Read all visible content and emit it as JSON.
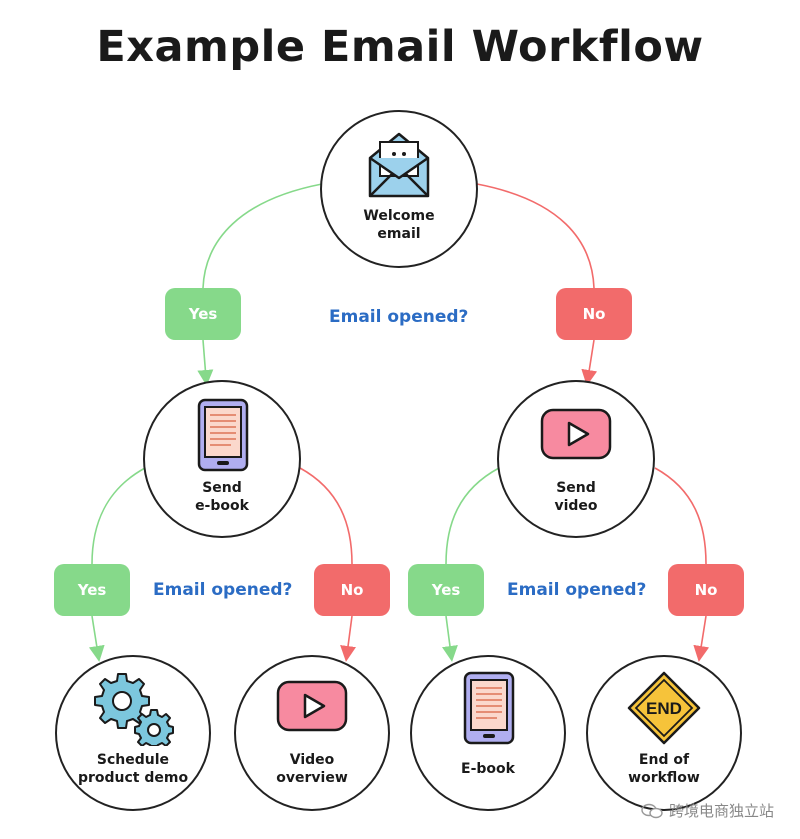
{
  "title": "Example Email Workflow",
  "nodes": {
    "welcome": {
      "label": "Welcome\nemail",
      "icon": "envelope-icon"
    },
    "ebook_send": {
      "label": "Send\ne-book",
      "icon": "tablet-icon"
    },
    "video_send": {
      "label": "Send\nvideo",
      "icon": "play-button-icon"
    },
    "demo": {
      "label": "Schedule\nproduct demo",
      "icon": "gears-icon"
    },
    "video_overview": {
      "label": "Video\noverview",
      "icon": "play-button-icon"
    },
    "ebook": {
      "label": "E-book",
      "icon": "tablet-icon"
    },
    "end": {
      "label": "End of\nworkflow",
      "icon": "end-sign-icon",
      "sign_text": "END"
    }
  },
  "decisions": {
    "d1": {
      "question": "Email opened?",
      "yes": "Yes",
      "no": "No"
    },
    "d2": {
      "question": "Email opened?",
      "yes": "Yes",
      "no": "No"
    },
    "d3": {
      "question": "Email opened?",
      "yes": "Yes",
      "no": "No"
    }
  },
  "watermark": "跨境电商独立站",
  "colors": {
    "yes": "#86d98a",
    "no": "#f26b6b",
    "question": "#2b6cc4"
  }
}
